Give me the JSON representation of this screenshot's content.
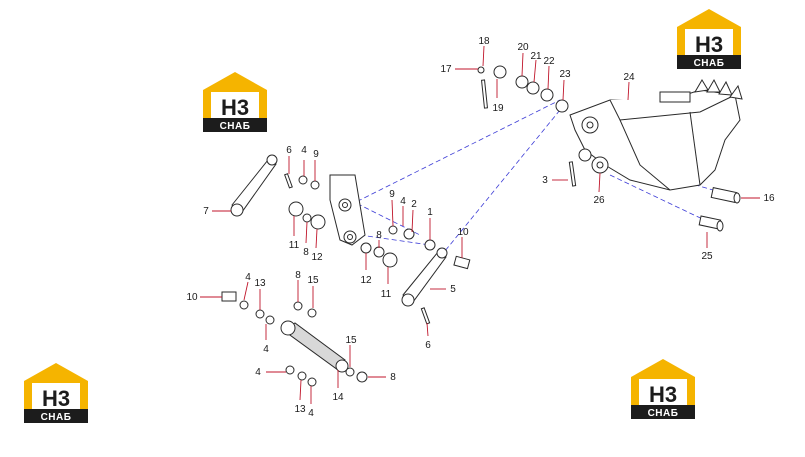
{
  "logo": {
    "text_main": "H3",
    "text_sub": "СНАБ",
    "colors": {
      "yellow": "#f5b400",
      "dark": "#1c1c1c",
      "white": "#ffffff"
    }
  },
  "callouts": {
    "c1": "1",
    "c2": "2",
    "c3": "3",
    "c4a": "4",
    "c4b": "4",
    "c4c": "4",
    "c4d": "4",
    "c4e": "4",
    "c4f": "4",
    "c5": "5",
    "c6a": "6",
    "c6b": "6",
    "c7": "7",
    "c8a": "8",
    "c8b": "8",
    "c8c": "8",
    "c8d": "8",
    "c9a": "9",
    "c9b": "9",
    "c10a": "10",
    "c10b": "10",
    "c11a": "11",
    "c11b": "11",
    "c12a": "12",
    "c12b": "12",
    "c13a": "13",
    "c13b": "13",
    "c14": "14",
    "c15a": "15",
    "c15b": "15",
    "c16": "16",
    "c17": "17",
    "c18": "18",
    "c19": "19",
    "c20": "20",
    "c21": "21",
    "c22": "22",
    "c23": "23",
    "c24": "24",
    "c25": "25",
    "c26": "26"
  },
  "colors": {
    "leader": "#c0162b",
    "guide": "#3b3bd6",
    "outline": "#2a2a2a"
  }
}
